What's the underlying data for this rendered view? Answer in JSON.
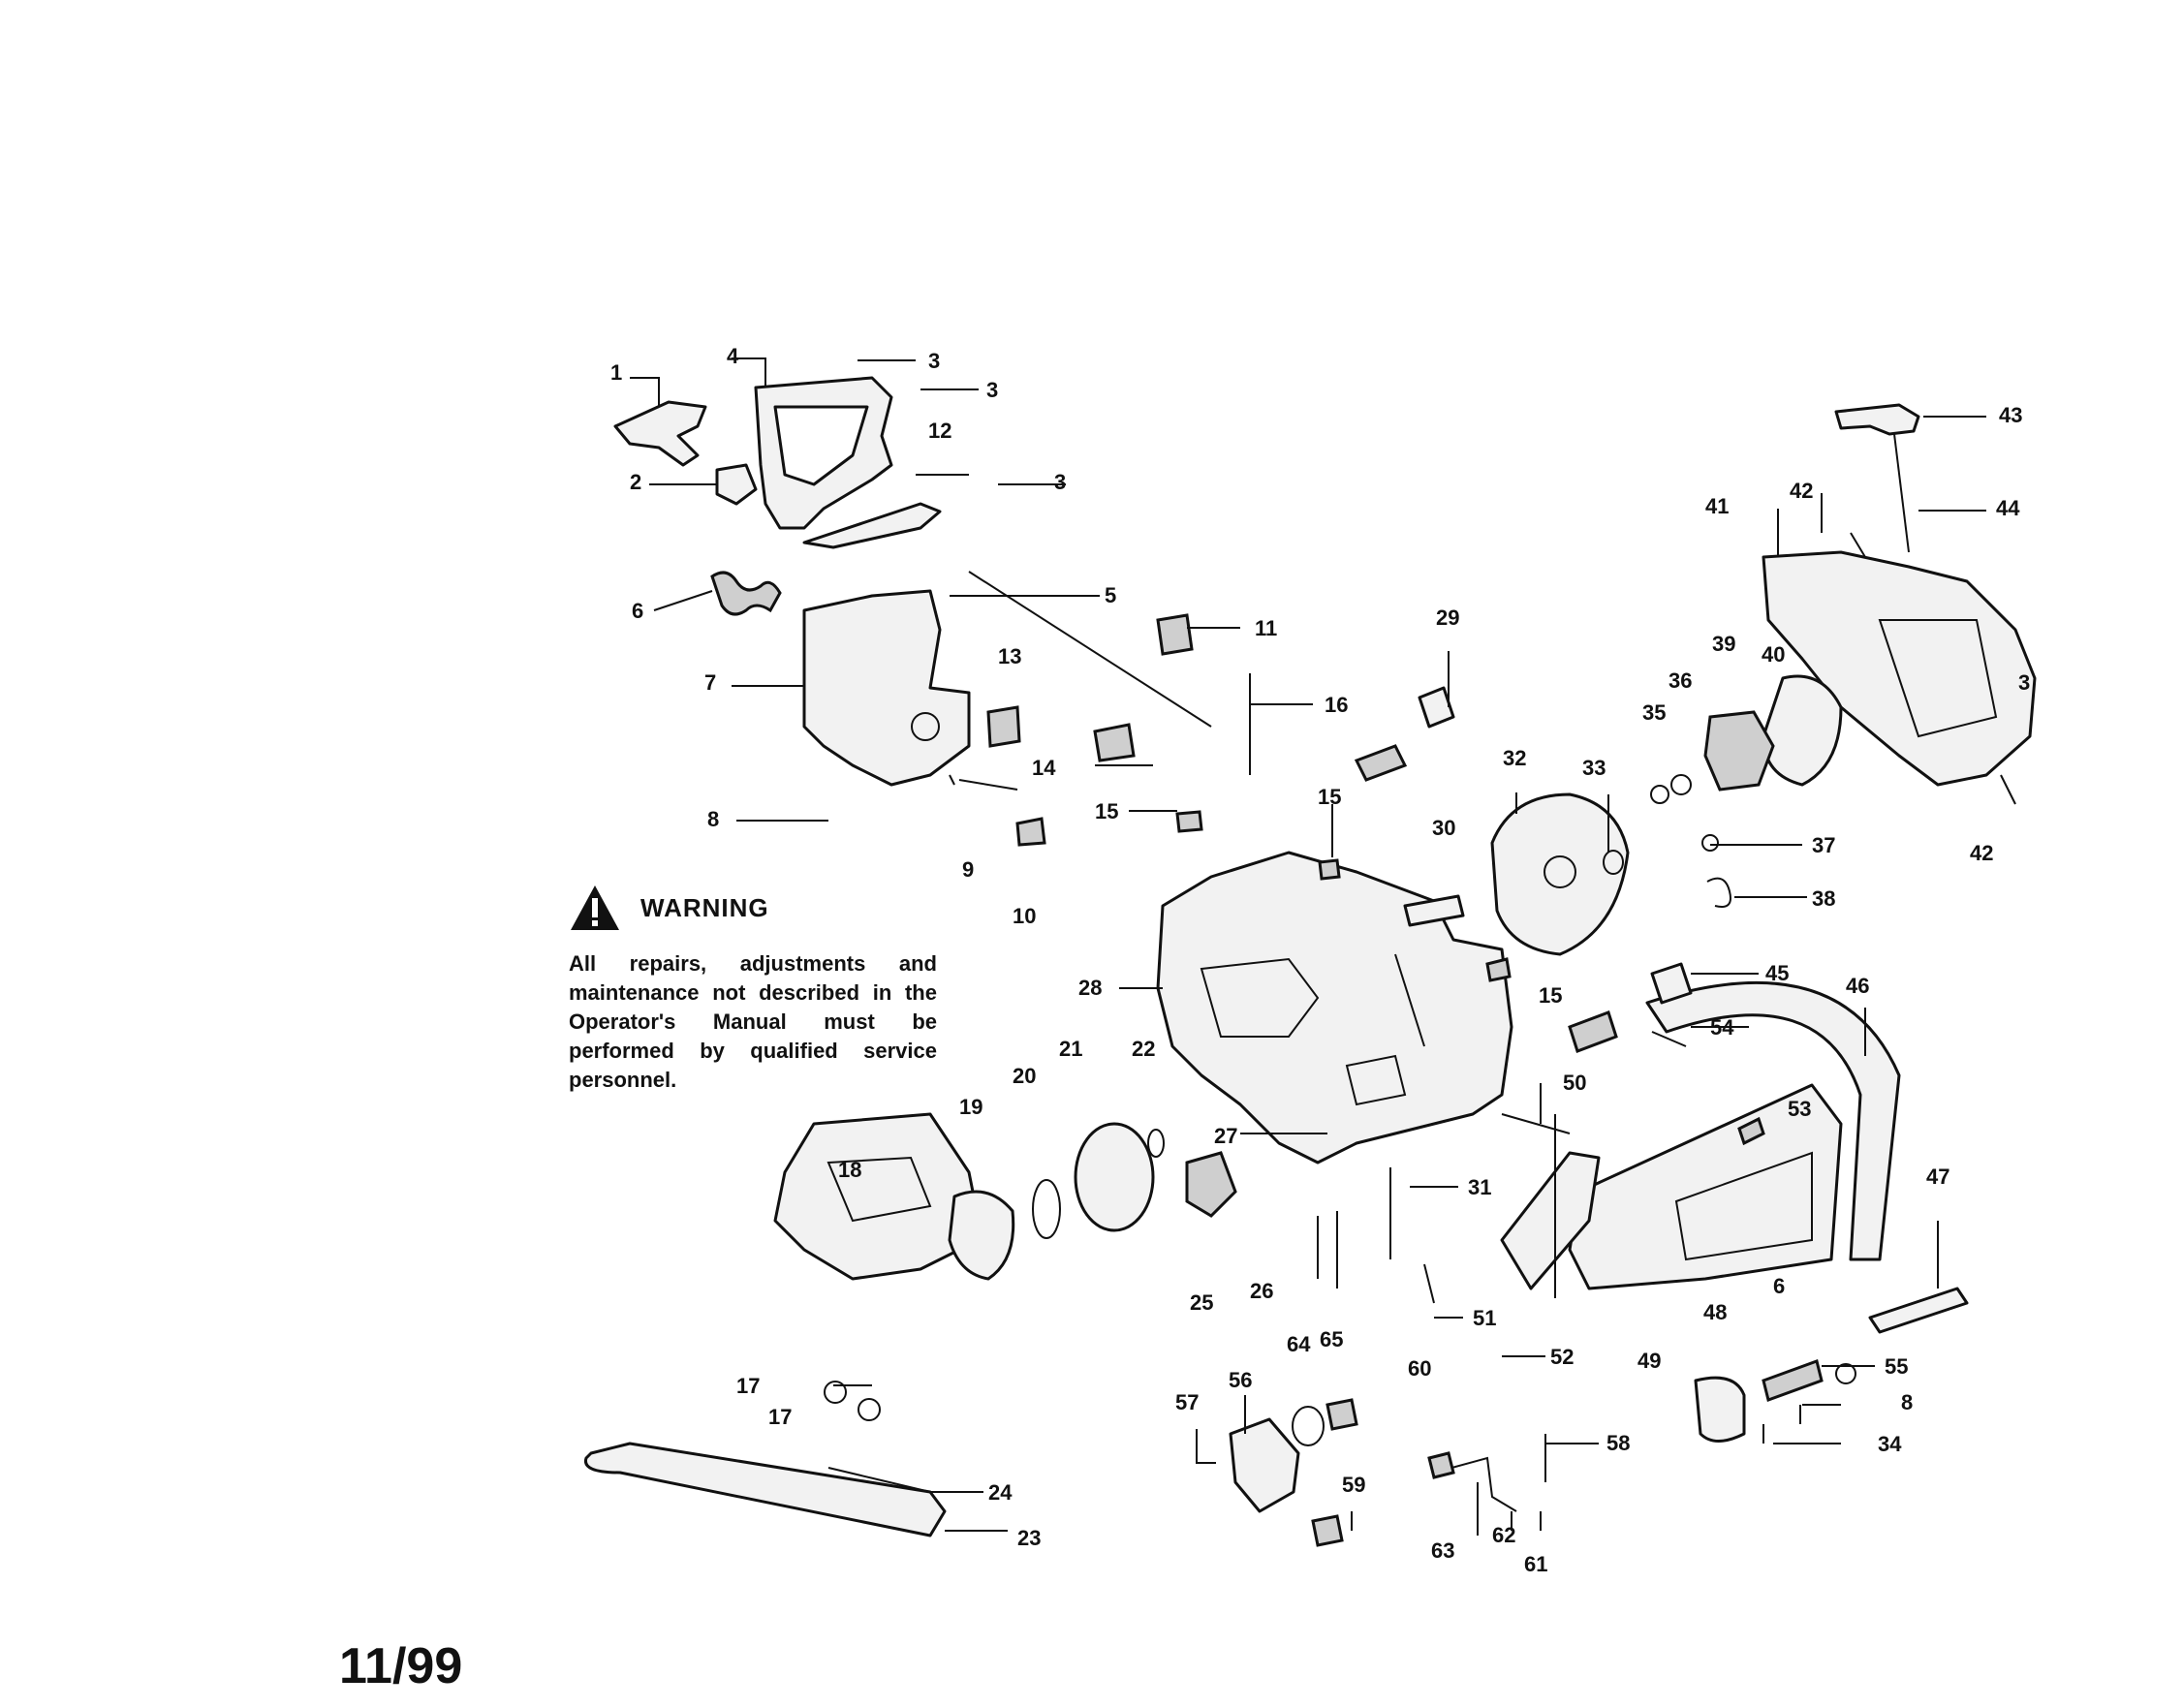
{
  "warning": {
    "title": "WARNING",
    "body": "All repairs, adjustments and maintenance not described in the Operator's Manual must be performed by qualified service personnel."
  },
  "date_stamp": "11/99",
  "part_callouts": [
    "1",
    "2",
    "3",
    "3",
    "3",
    "3",
    "4",
    "5",
    "6",
    "6",
    "7",
    "8",
    "8",
    "9",
    "10",
    "11",
    "12",
    "13",
    "14",
    "15",
    "15",
    "15",
    "16",
    "17",
    "17",
    "18",
    "19",
    "20",
    "21",
    "22",
    "23",
    "24",
    "25",
    "26",
    "27",
    "28",
    "29",
    "30",
    "31",
    "32",
    "33",
    "34",
    "35",
    "36",
    "37",
    "38",
    "39",
    "40",
    "41",
    "42",
    "42",
    "43",
    "44",
    "45",
    "46",
    "47",
    "48",
    "49",
    "50",
    "51",
    "52",
    "53",
    "54",
    "55",
    "56",
    "57",
    "58",
    "59",
    "60",
    "61",
    "62",
    "63",
    "64",
    "65"
  ]
}
